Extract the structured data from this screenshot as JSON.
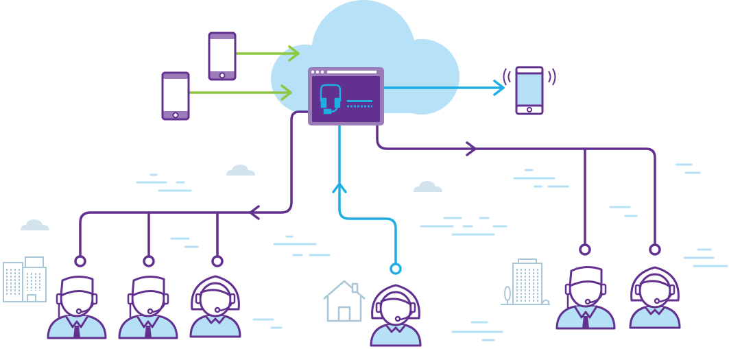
{
  "colors": {
    "purple": "#62318f",
    "light_purple": "#9b7bb8",
    "blue": "#1eaee3",
    "cloud": "#b7e1f6",
    "green": "#8dc63f",
    "decor": "#b5e0f5",
    "building": "#a9c6d6"
  },
  "diagram": {
    "agents": [
      {
        "type": "man"
      },
      {
        "type": "man"
      },
      {
        "type": "woman"
      },
      {
        "type": "woman"
      },
      {
        "type": "man"
      },
      {
        "type": "woman"
      }
    ]
  }
}
